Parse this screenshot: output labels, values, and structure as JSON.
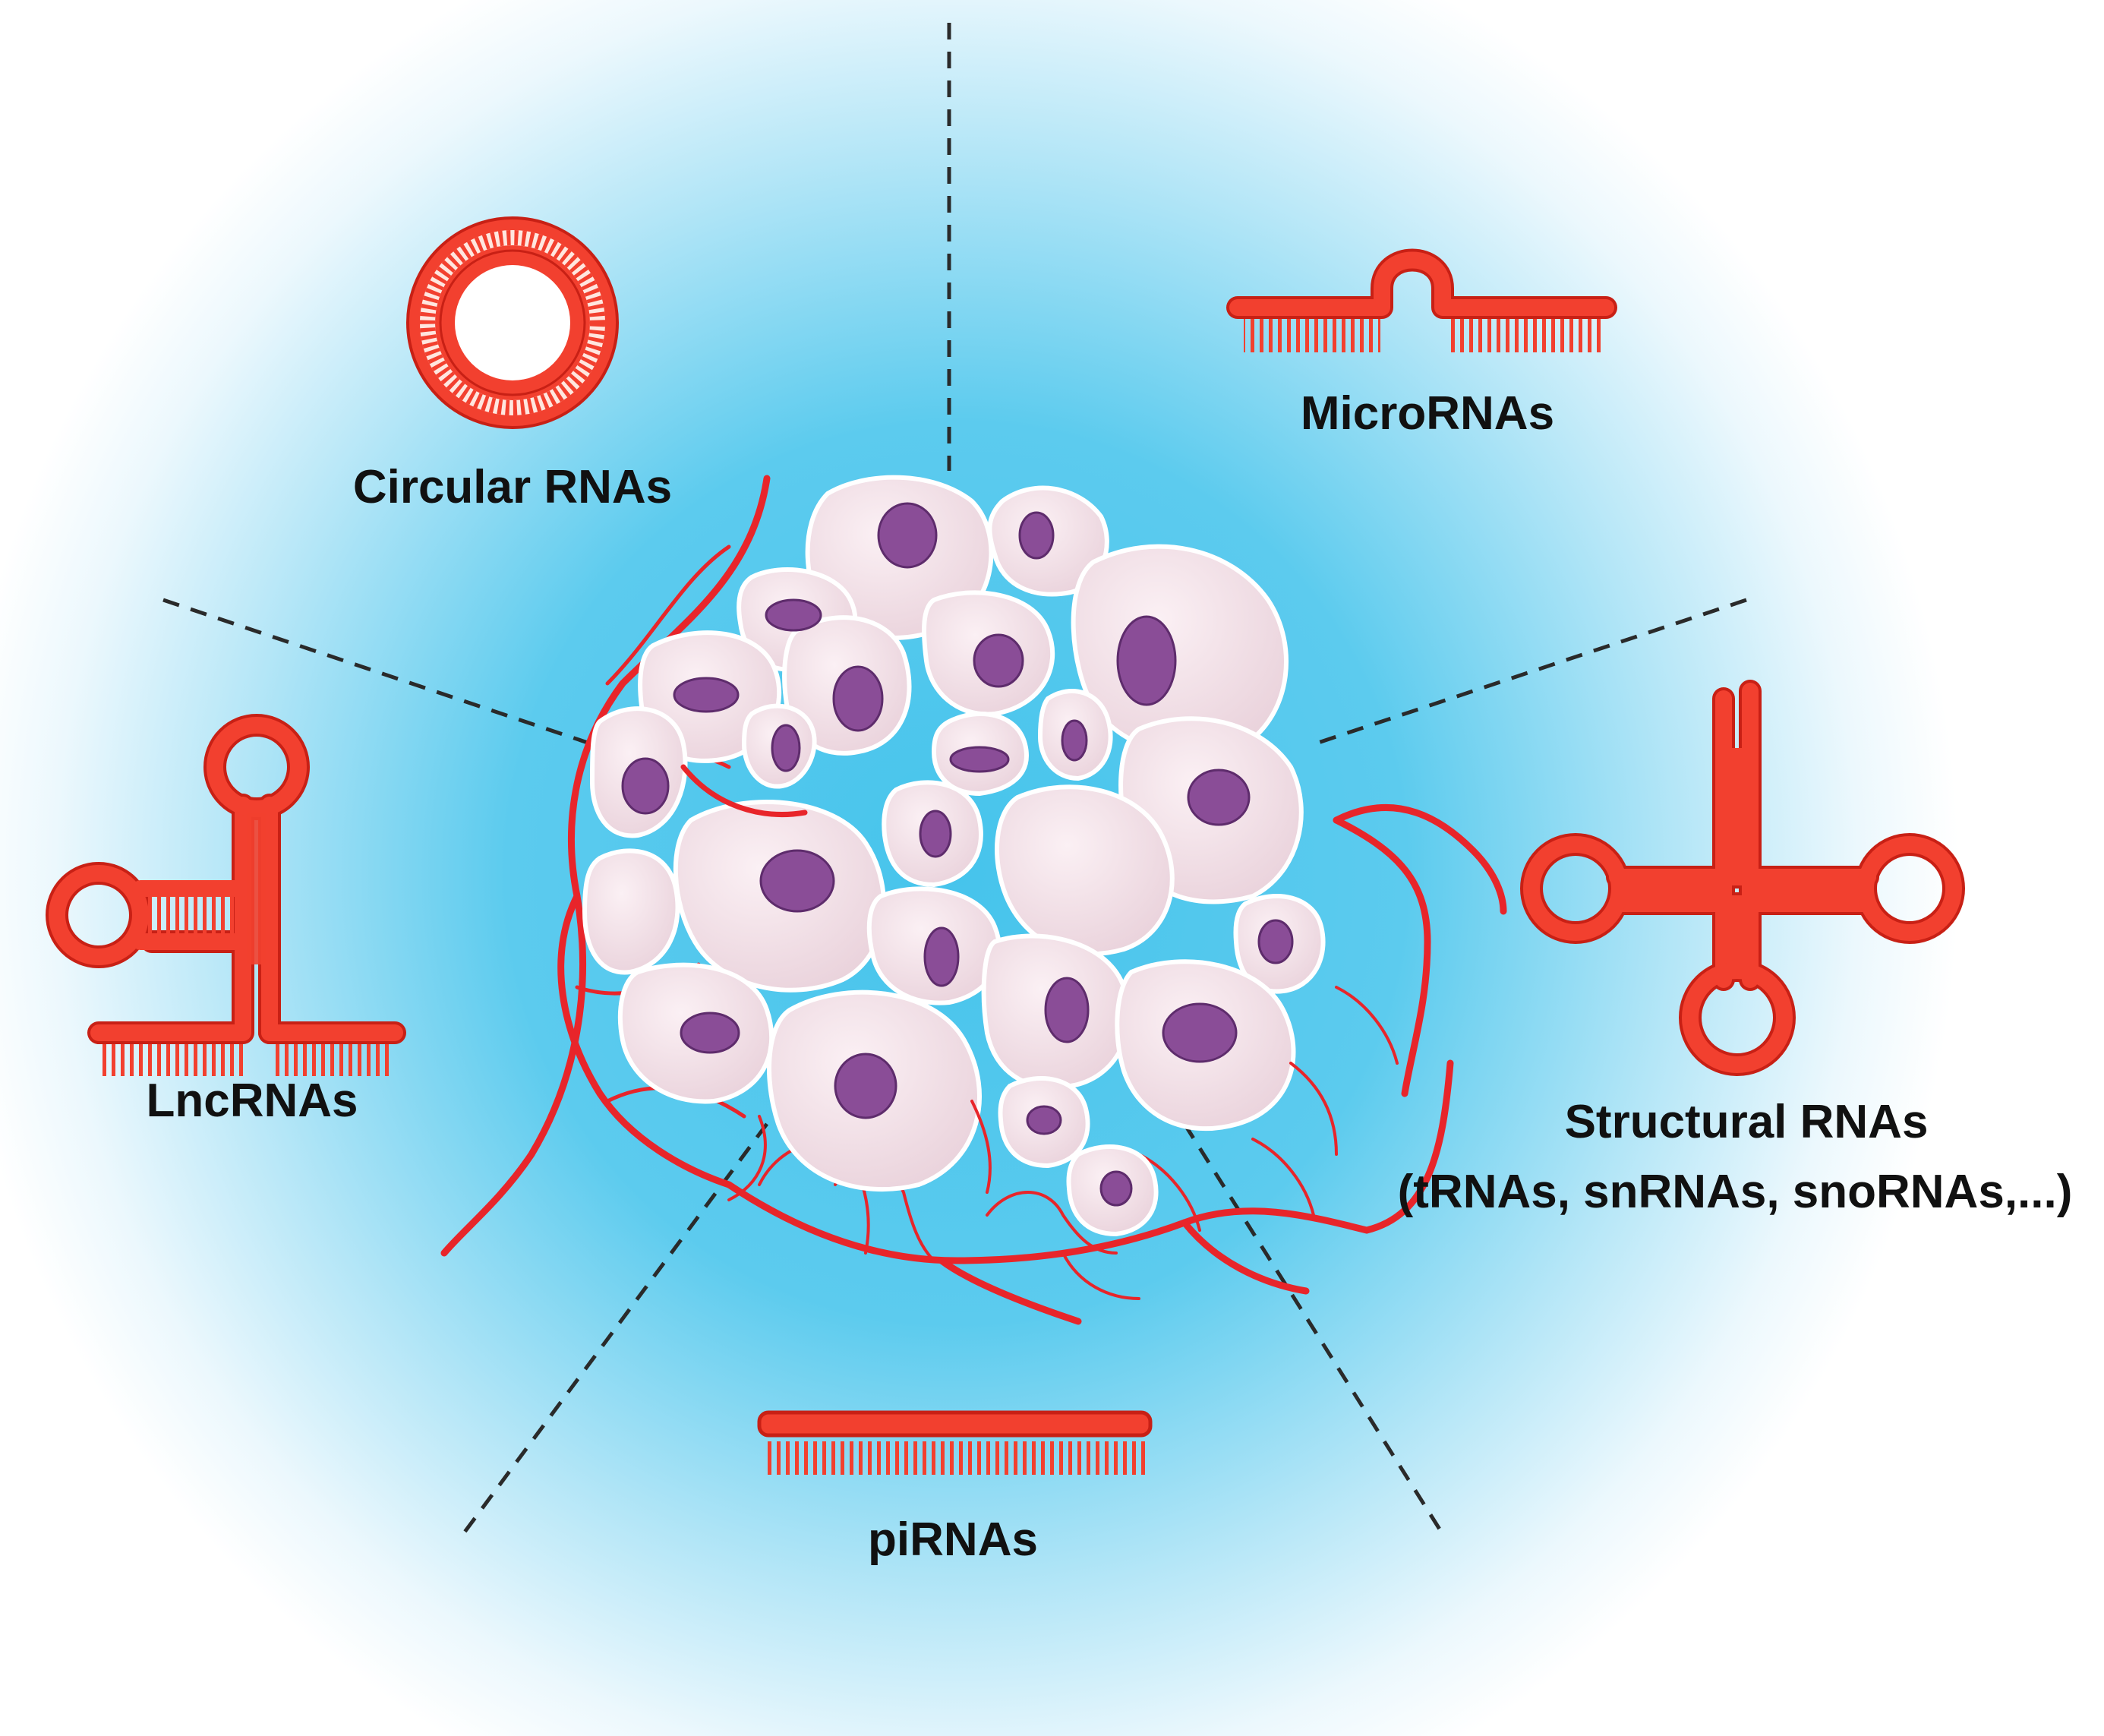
{
  "labels": {
    "circular": "Circular RNAs",
    "micro": "MicroRNAs",
    "lnc": "LncRNAs",
    "structural_line1": "Structural RNAs",
    "structural_line2": "(tRNAs, snRNAs, snoRNAs,...)",
    "pi": "piRNAs"
  },
  "colors": {
    "rna": "#f2402f",
    "rna_dark": "#c82015",
    "rna_light": "#ffd5cc",
    "vessel": "#e8252a",
    "cell": "#f1dce3",
    "cell_edge": "#ffffff",
    "nucleus": "#8a4d97",
    "glow": "#46c4ec",
    "divider": "#2a2a2a"
  },
  "icons": [
    "circular-rna-icon",
    "microrna-icon",
    "lncrna-icon",
    "structural-rna-icon",
    "pirna-icon",
    "tumor-cell-cluster"
  ]
}
